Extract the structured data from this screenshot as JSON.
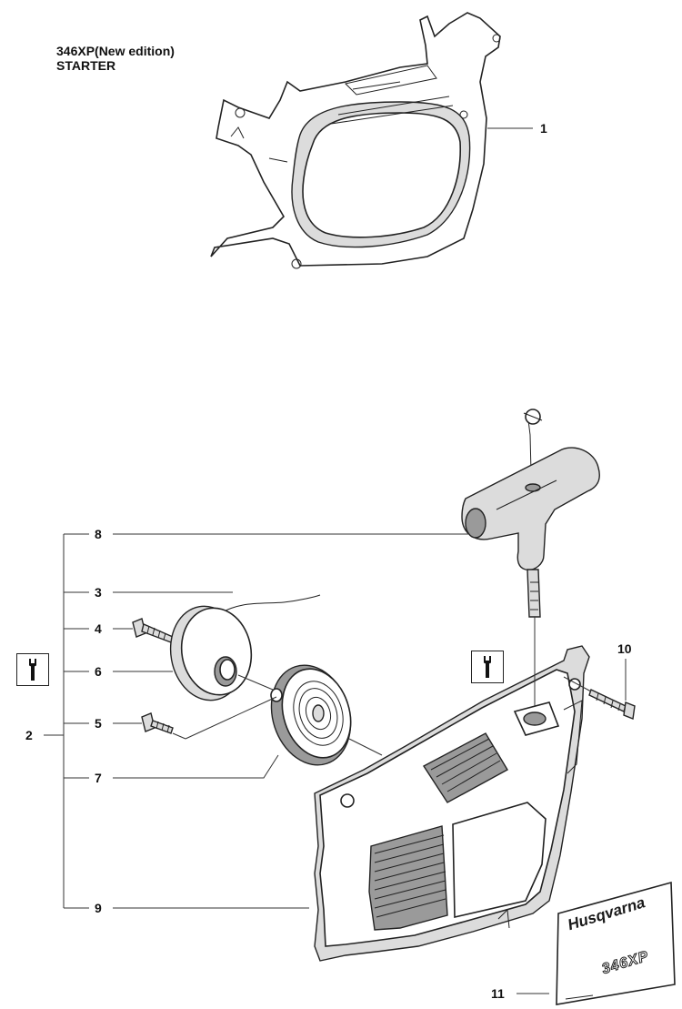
{
  "header": {
    "model": "346XP(New edition)",
    "section": "STARTER"
  },
  "callouts": {
    "p1": "1",
    "p2": "2",
    "p3": "3",
    "p4": "4",
    "p5": "5",
    "p6": "6",
    "p7": "7",
    "p8": "8",
    "p9": "9",
    "p10": "10",
    "p11": "11"
  },
  "decal": {
    "brand": "Husqvarna",
    "model": "346XP"
  },
  "icons": [
    "service-tool-icon",
    "service-tool-icon"
  ]
}
